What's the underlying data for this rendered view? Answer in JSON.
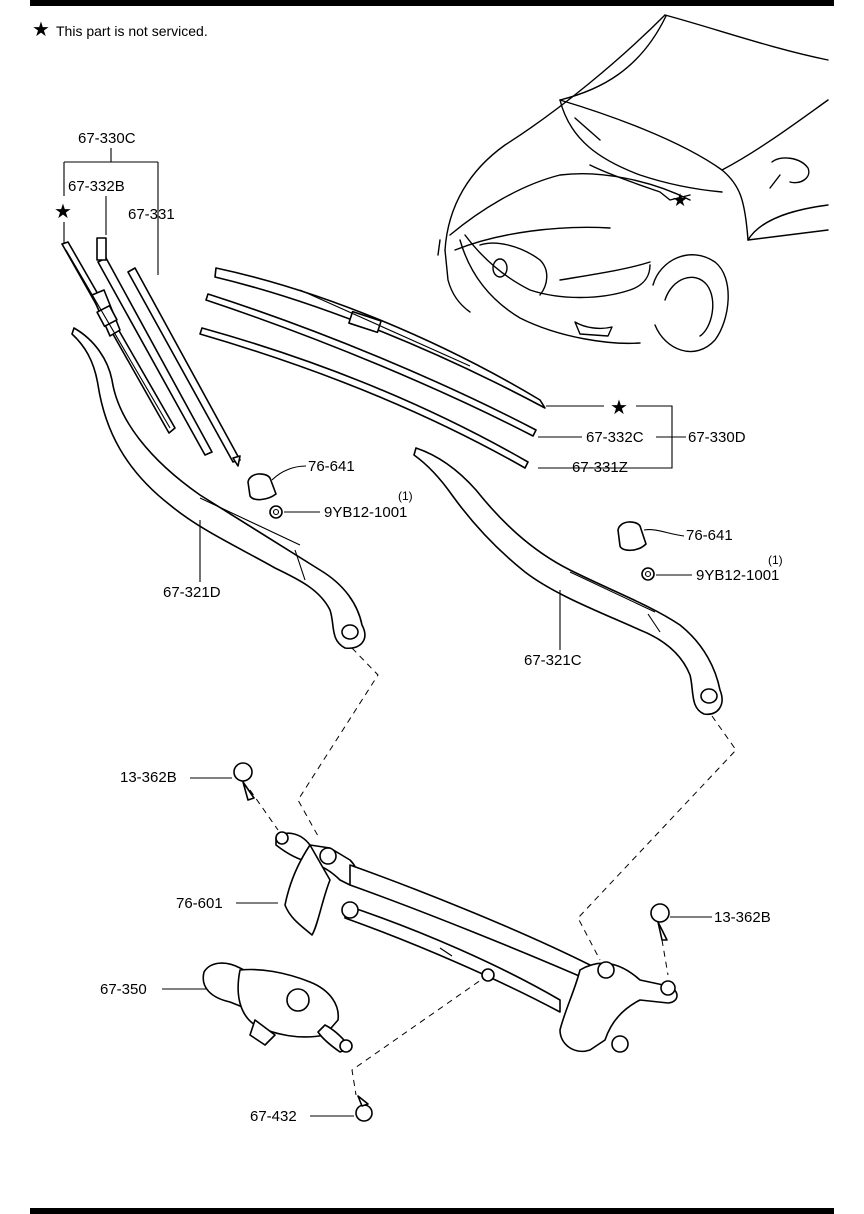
{
  "note": {
    "symbol": "★",
    "text": "This part is not serviced."
  },
  "labels": {
    "l_67_330c": "67-330C",
    "l_67_332b": "67-332B",
    "l_67_331": "67-331",
    "l_76_641_a": "76-641",
    "l_9yb12_a": "9YB12-1001",
    "q_9yb12_a": "(1)",
    "l_67_321d": "67-321D",
    "l_67_332c": "67-332C",
    "l_67_330d": "67-330D",
    "l_67_331z": "67-331Z",
    "l_76_641_b": "76-641",
    "l_9yb12_b": "9YB12-1001",
    "q_9yb12_b": "(1)",
    "l_67_321c": "67-321C",
    "l_13_362b_a": "13-362B",
    "l_13_362b_b": "13-362B",
    "l_76_601": "76-601",
    "l_67_350": "67-350",
    "l_67_432": "67-432"
  },
  "stars": {
    "left": "★",
    "right": "★"
  }
}
